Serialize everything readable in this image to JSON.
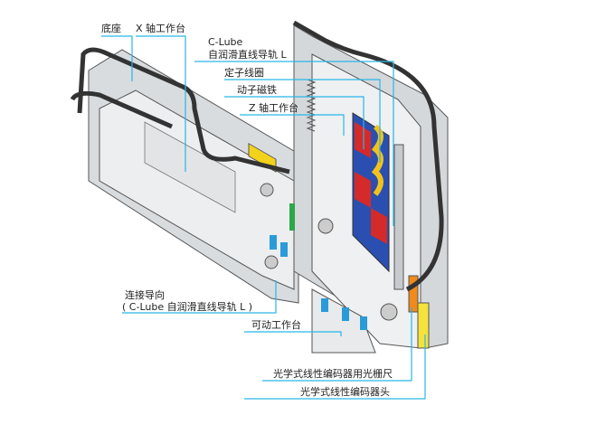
{
  "labels": {
    "base": "底座",
    "x_stage": "X 轴工作台",
    "clube_1": "C-Lube",
    "clube_2": "自润滑直线导轨 L",
    "stator_coil": "定子线圈",
    "mover_magnet": "动子磁铁",
    "z_stage": "Z 轴工作台",
    "link_guide_1": "连接导向",
    "link_guide_2": "( C-Lube 自润滑直线导轨 L )",
    "movable_stage": "可动工作台",
    "encoder_scale": "光学式线性编码器用光栅尺",
    "encoder_head": "光学式线性编码器头"
  },
  "colors": {
    "leader": "#29b6e8",
    "plate": "#e4e6e8",
    "edge": "#555555",
    "coil_red": "#d42a2a",
    "coil_blue": "#2a4fb0",
    "coil_yellow": "#f2c21a",
    "scale_orange": "#f08a1c",
    "head_yellow": "#f5e23a"
  }
}
